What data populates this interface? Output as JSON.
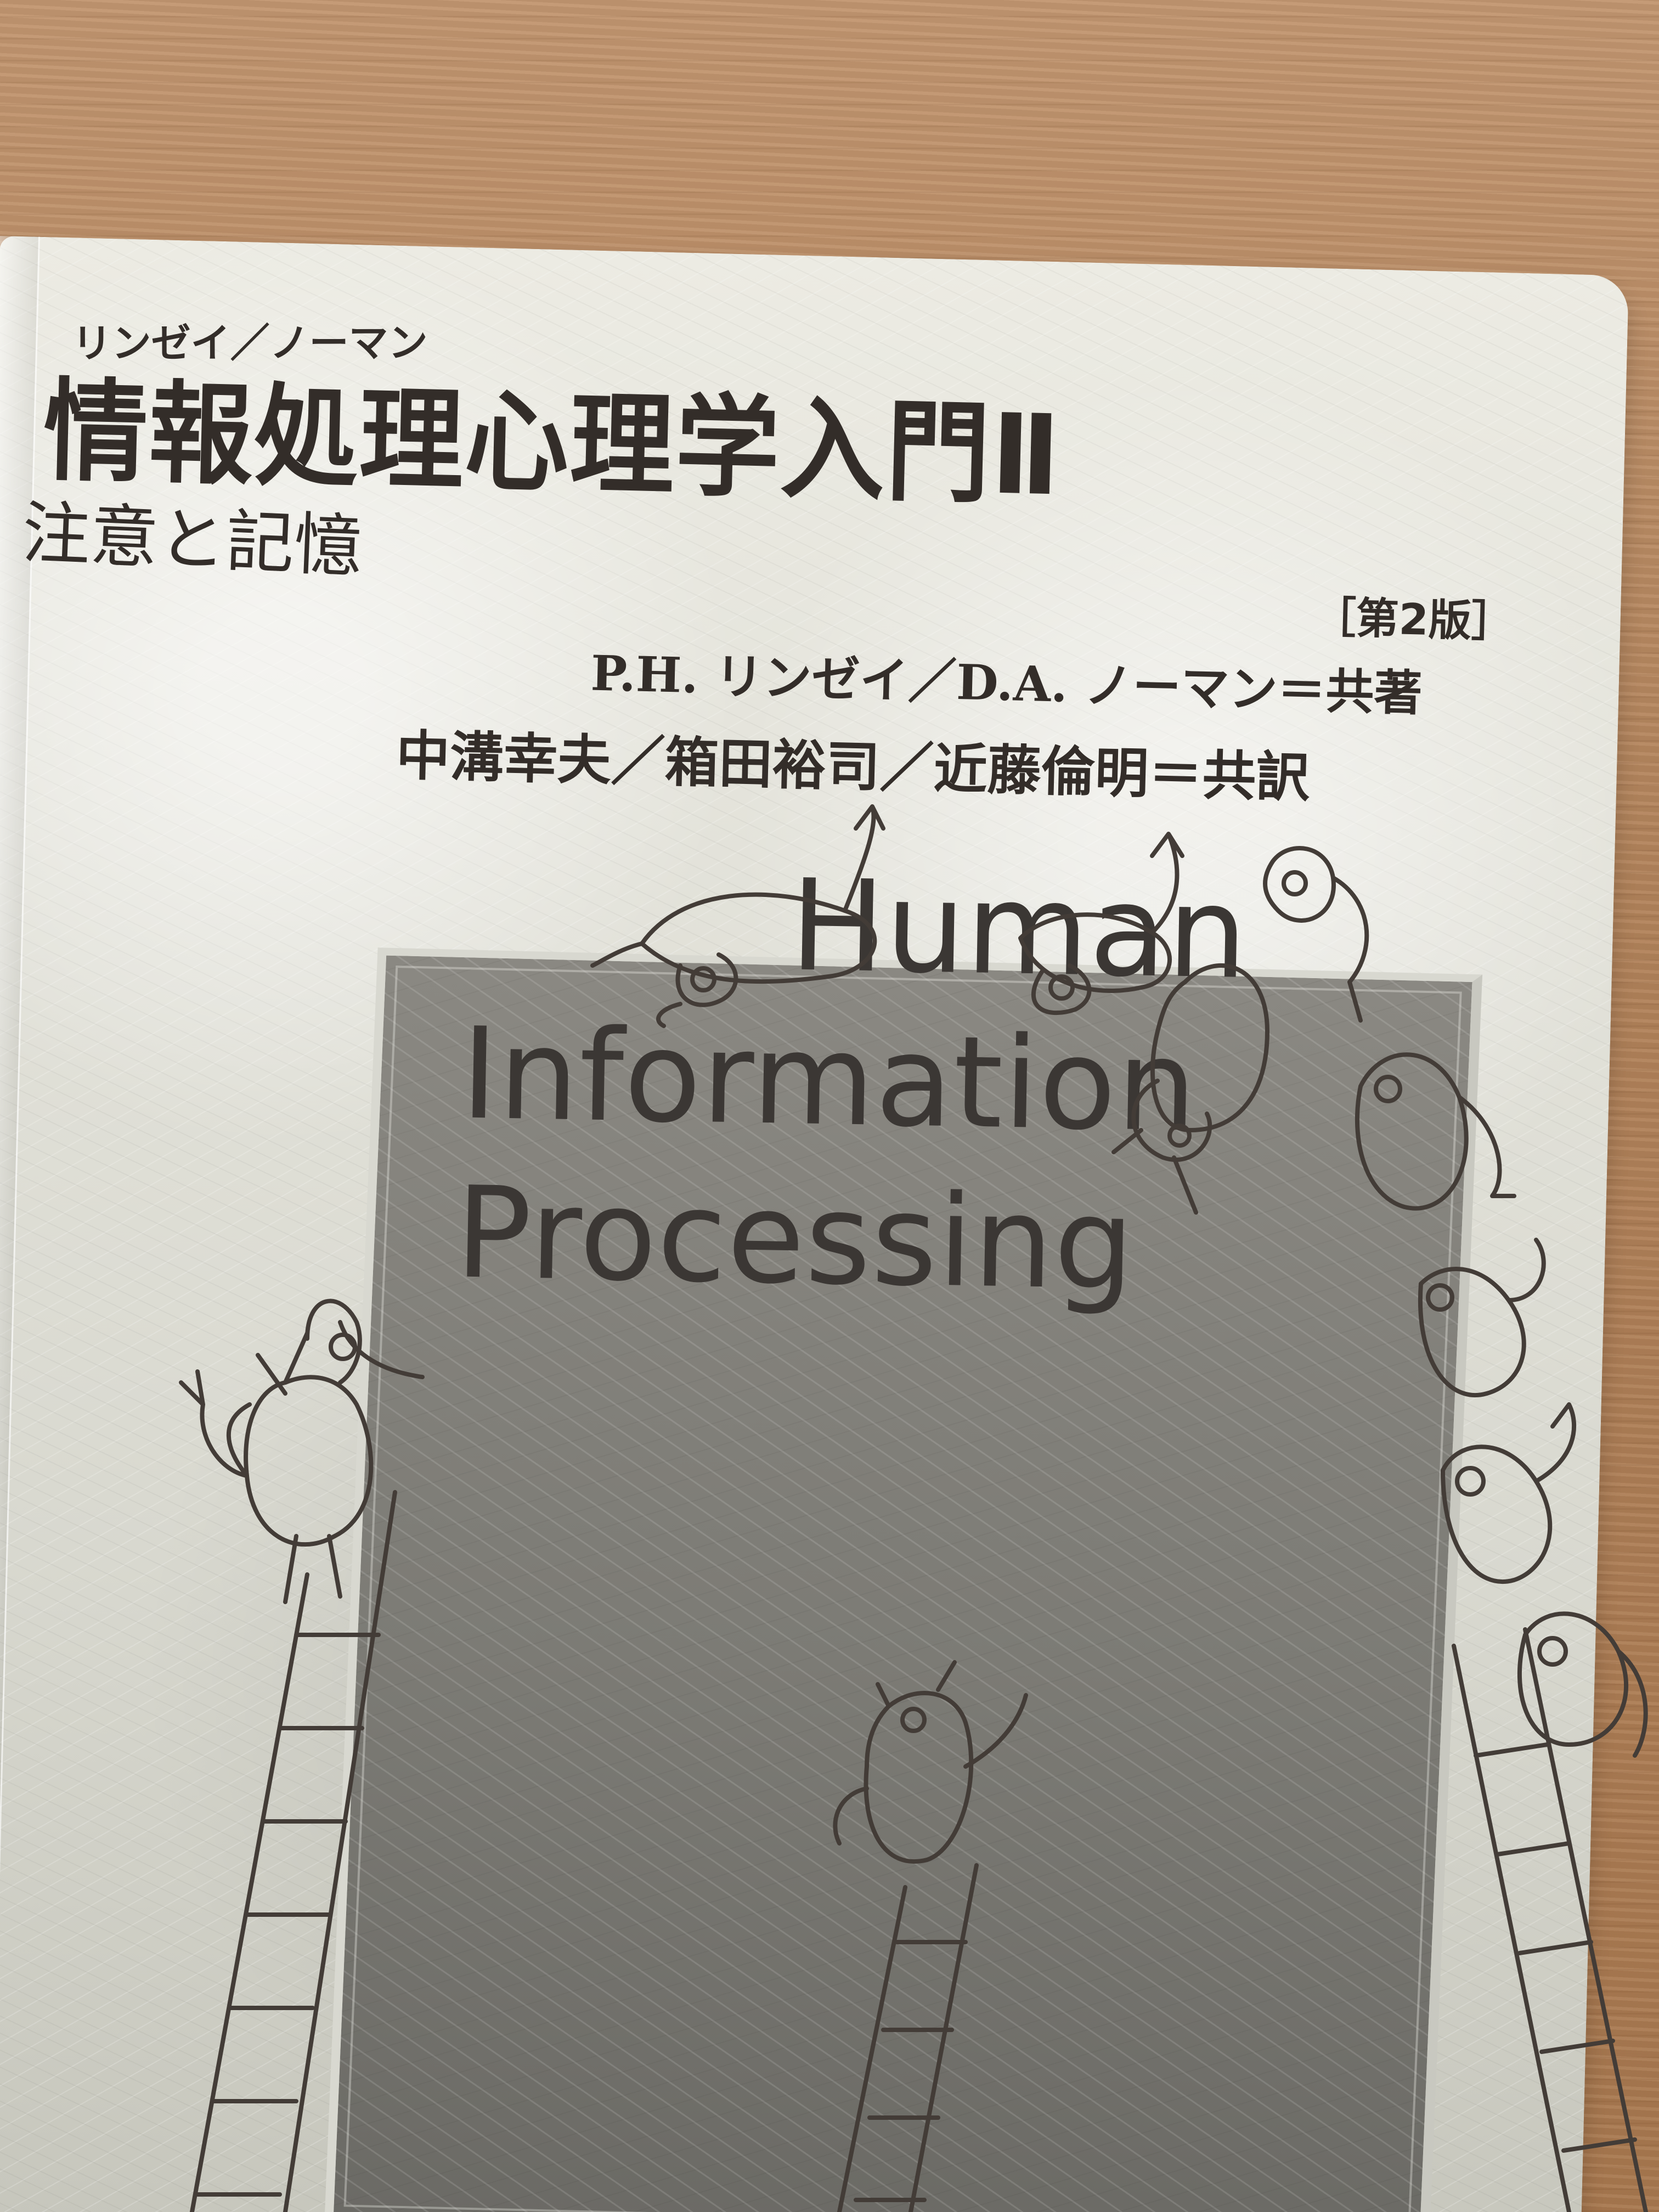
{
  "cover": {
    "author_kana": "リンゼイ／ノーマン",
    "title": "情報処理心理学入門Ⅱ",
    "subtitle": "注意と記憶",
    "edition": "［第2版］",
    "authors": "P.H. リンゼイ／D.A. ノーマン＝共著",
    "translators": "中溝幸夫／箱田裕司／近藤倫明＝共訳",
    "english_title_lines": [
      "Human",
      "Information",
      "Processing"
    ]
  },
  "colors": {
    "table": "#b98a62",
    "cover": "#e5e4dc",
    "ink": "#332d29",
    "framed_panel": "#7f7d78"
  }
}
